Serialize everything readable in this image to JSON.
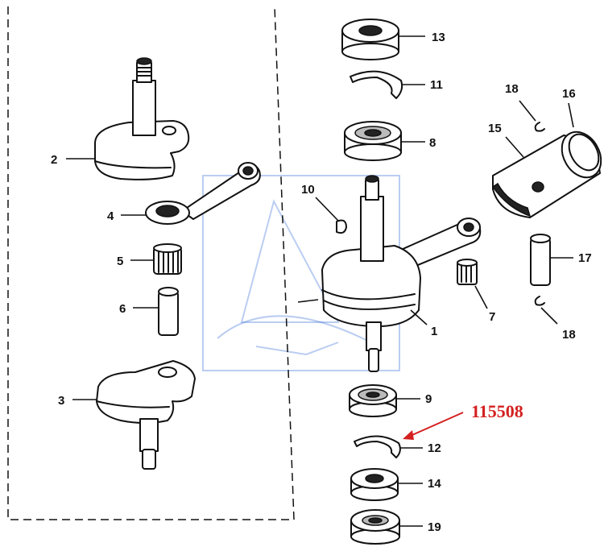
{
  "reference_number": "115508",
  "callouts": {
    "c1": "1",
    "c2": "2",
    "c3": "3",
    "c4": "4",
    "c5": "5",
    "c6": "6",
    "c7": "7",
    "c8": "8",
    "c9": "9",
    "c10": "10",
    "c11": "11",
    "c12": "12",
    "c13": "13",
    "c14": "14",
    "c15": "15",
    "c16": "16",
    "c17": "17",
    "c18a": "18",
    "c18b": "18",
    "c19": "19"
  },
  "colors": {
    "ink": "#111111",
    "reference": "#d42020",
    "watermark": "#3a6fd8"
  }
}
